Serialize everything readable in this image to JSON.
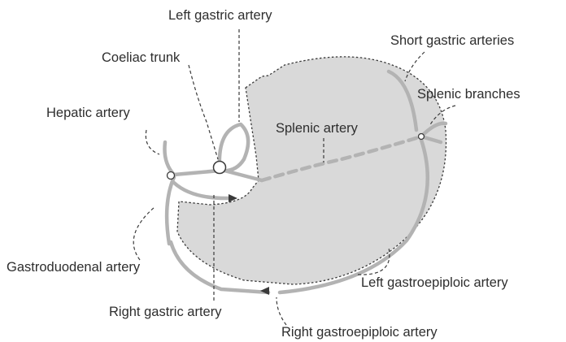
{
  "labels": {
    "left_gastric_artery": "Left gastric artery",
    "short_gastric_arteries": "Short gastric arteries",
    "coeliac_trunk": "Coeliac trunk",
    "splenic_branches": "Splenic branches",
    "hepatic_artery": "Hepatic artery",
    "splenic_artery": "Splenic artery",
    "gastroduodenal_artery": "Gastroduodenal artery",
    "left_gastroepiploic_artery": "Left gastroepiploic artery",
    "right_gastric_artery": "Right gastric artery",
    "right_gastroepiploic_artery": "Right gastroepiploic artery"
  },
  "colors": {
    "stomach_fill": "#d9d9d9",
    "artery": "#b3b3b3",
    "leader": "#3a3a3a",
    "text": "#2e2e2e"
  }
}
